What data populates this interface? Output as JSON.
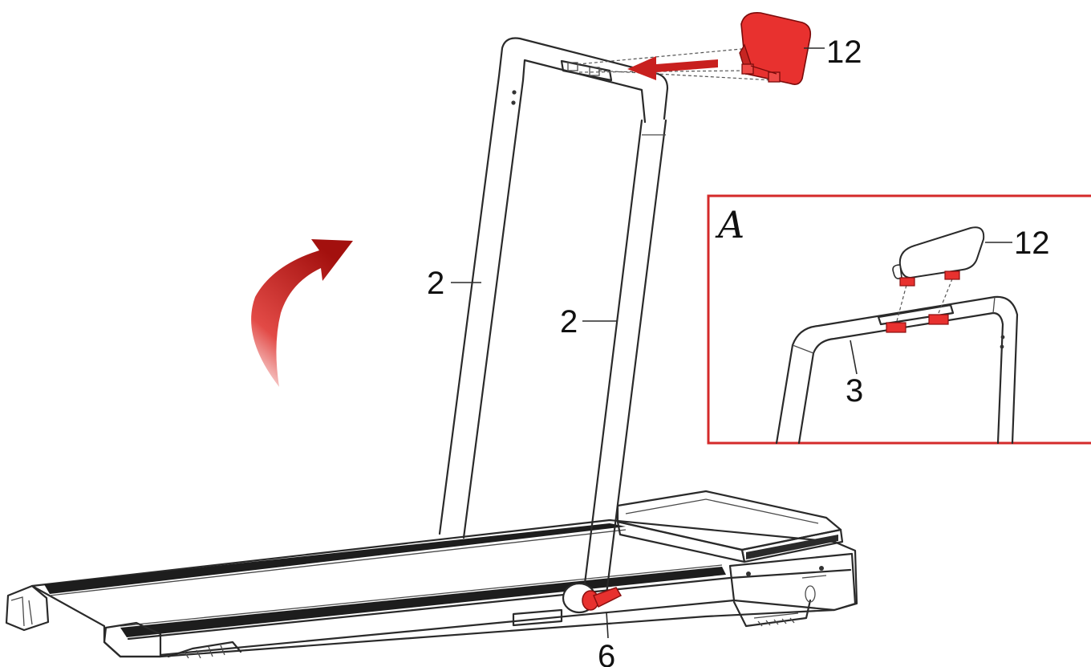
{
  "colors": {
    "accent_red": "#e8312f",
    "arrow_red": "#c8201e",
    "frame_red": "#d42a2a",
    "line_dark": "#2a2a2a"
  },
  "callouts": {
    "top_holder": "12",
    "left_upright": "2",
    "right_upright": "2",
    "knob": "6"
  },
  "detail": {
    "letter": "A",
    "holder": "12",
    "bar": "3"
  },
  "icons": {
    "fold_arrow": "curved-up-arrow-icon",
    "insert_arrow": "left-arrow-icon"
  }
}
